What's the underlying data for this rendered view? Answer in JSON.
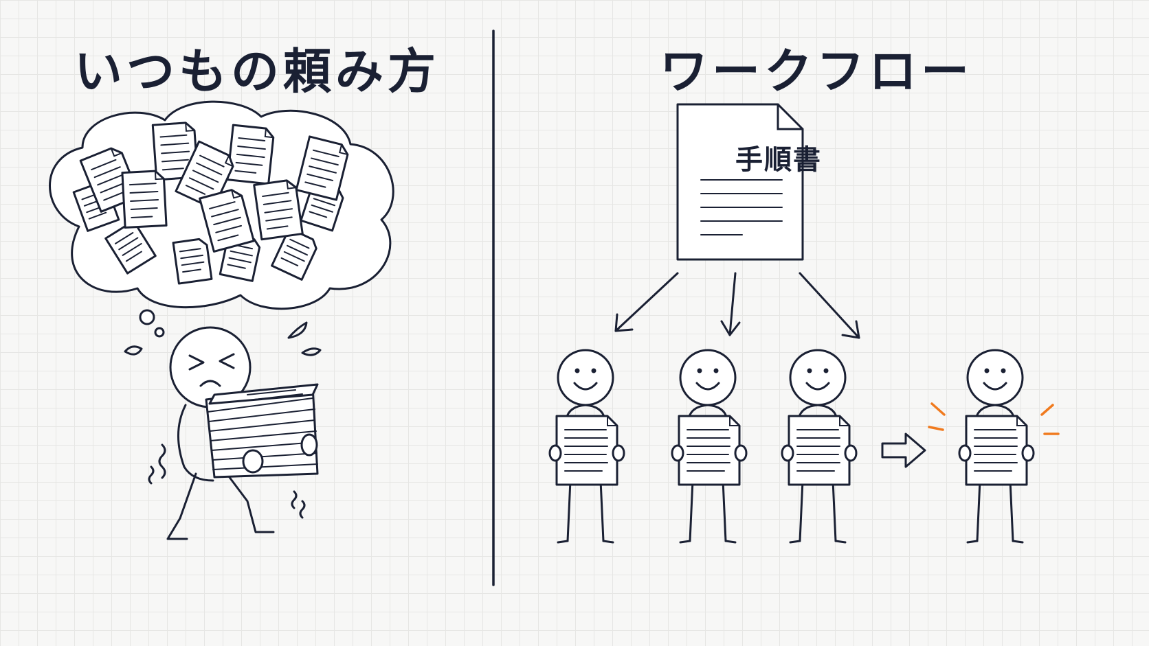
{
  "left_panel": {
    "title": "いつもの頼み方"
  },
  "right_panel": {
    "title": "ワークフロー",
    "procedure_doc_label": "手順書"
  },
  "colors": {
    "ink": "#1a2033",
    "accent": "#f07a1e",
    "background": "#f7f7f6",
    "grid": "#e6e6e4"
  }
}
